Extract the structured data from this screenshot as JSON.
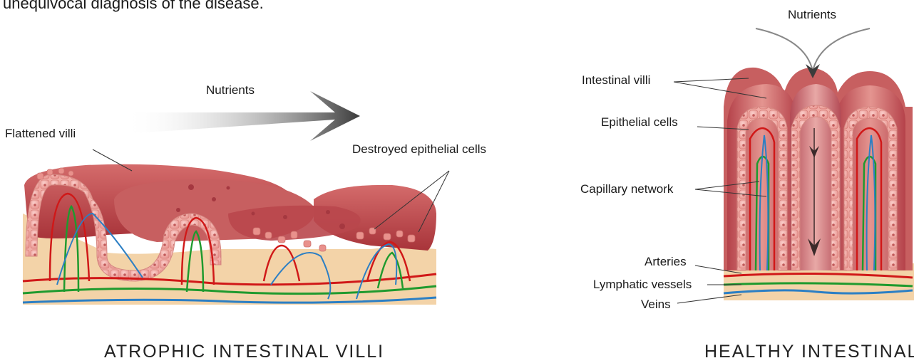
{
  "intro_text": "unequivocal diagnosis of the disease.",
  "atrophic": {
    "caption": "ATROPHIC INTESTINAL VILLI",
    "nutrients": "Nutrients",
    "flattened_villi": "Flattened villi",
    "destroyed_cells": "Destroyed epithelial cells"
  },
  "healthy": {
    "caption": "HEALTHY INTESTINAL",
    "nutrients": "Nutrients",
    "intestinal_villi": "Intestinal villi",
    "epithelial_cells": "Epithelial cells",
    "capillary_network": "Capillary network",
    "arteries": "Arteries",
    "lymphatic_vessels": "Lymphatic vessels",
    "veins": "Veins"
  },
  "colors": {
    "villus": "#c95a5a",
    "villus_dark": "#a8343a",
    "cell": "#f1a9a4",
    "base": "#f3d3a8",
    "artery": "#d01818",
    "lymph": "#1f9a2e",
    "vein": "#2c7fc4"
  }
}
